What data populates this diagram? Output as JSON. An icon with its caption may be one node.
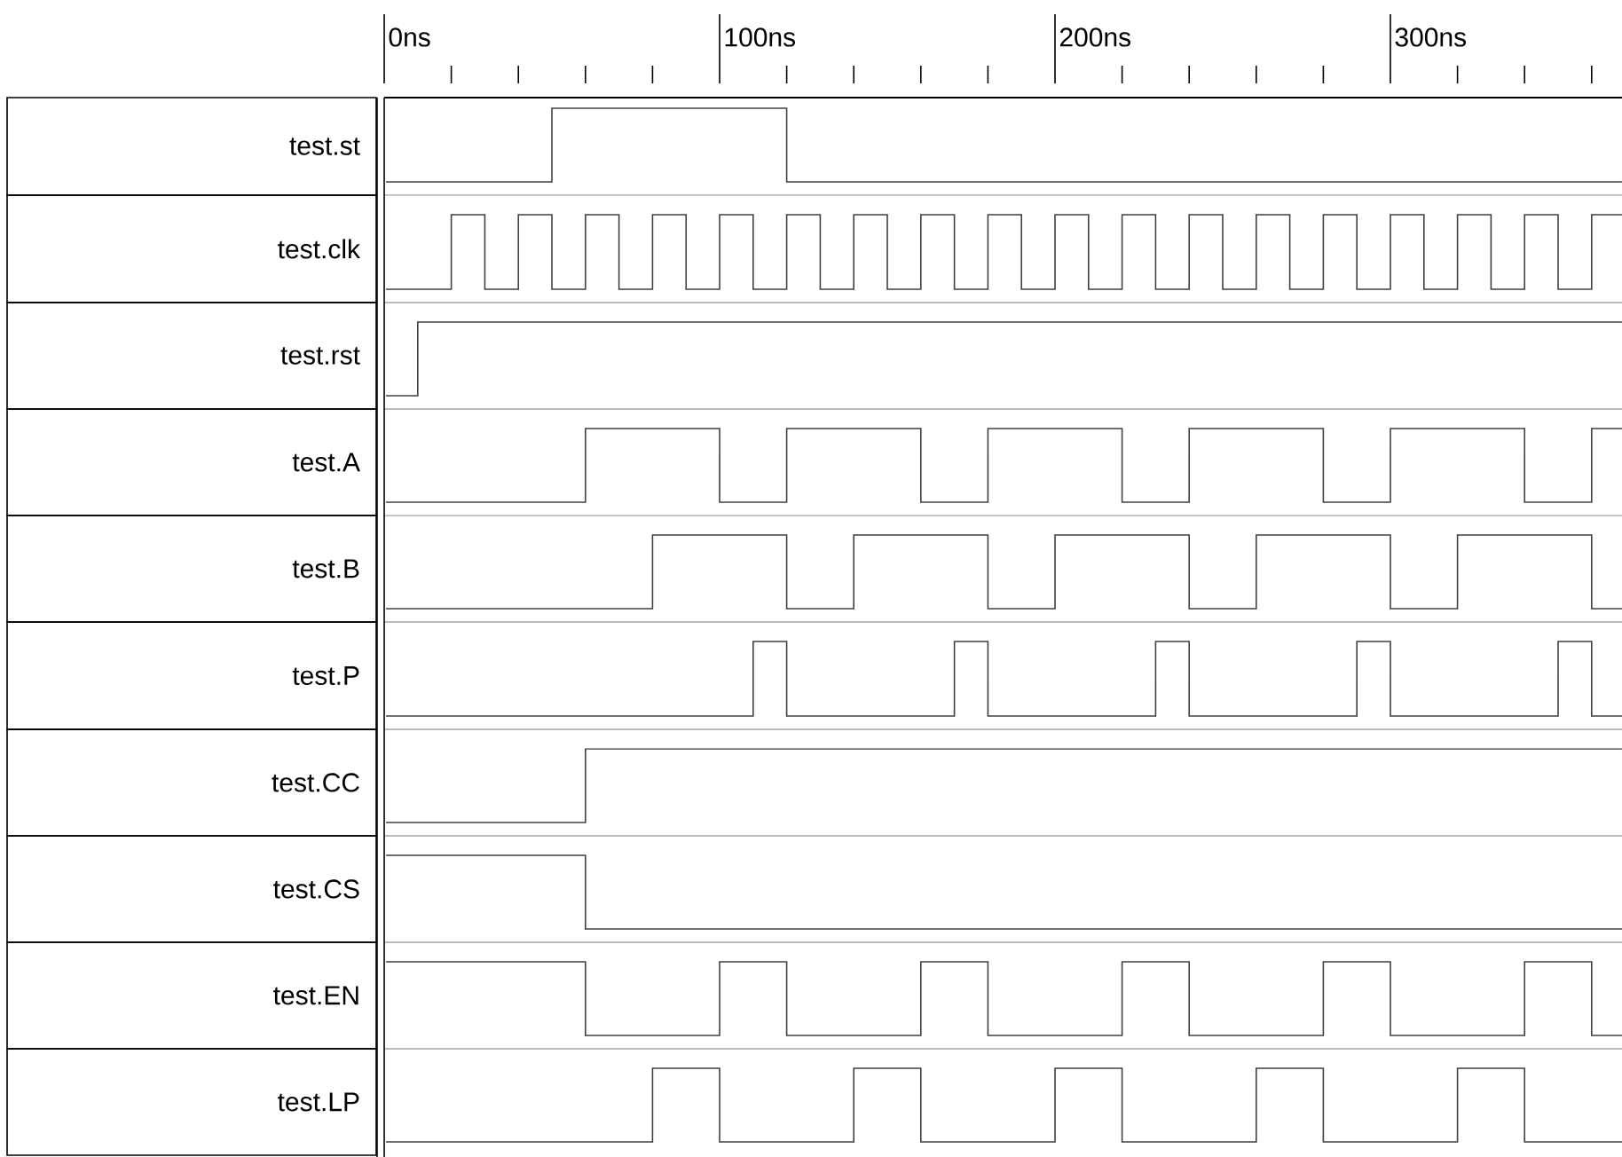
{
  "diagram": {
    "nodes": [
      {
        "text": [
          "test.st"
        ]
      },
      {
        "text": [
          "test.clk"
        ]
      },
      {
        "text": [
          "test.rst"
        ]
      },
      {
        "text": [
          "test.A"
        ]
      },
      {
        "text": [
          "test.B"
        ]
      },
      {
        "text": [
          "test.P"
        ]
      },
      {
        "text": [
          "test.CC"
        ]
      },
      {
        "text": [
          "test.CS"
        ]
      },
      {
        "text": [
          "test.EN"
        ]
      },
      {
        "text": [
          "test.LP"
        ]
      }
    ],
    "labels": [
      "0ns",
      "100ns",
      "200ns",
      "300ns"
    ]
  }
}
